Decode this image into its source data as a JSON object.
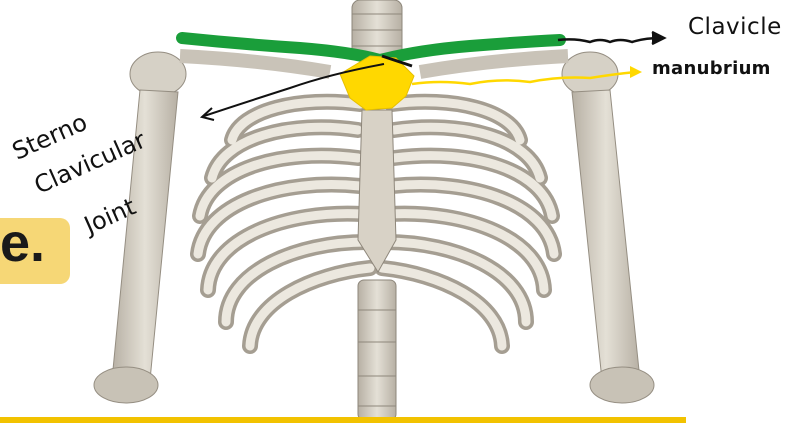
{
  "labels": {
    "clavicle": "Clavicle",
    "manubrium": "manubrium",
    "sterno": "Sterno",
    "clavicular": "Clavicular",
    "joint": "Joint",
    "cut_text": "e."
  },
  "colors": {
    "clavicle_highlight": "#1a9e3a",
    "manubrium_highlight": "#ffd800",
    "bone": "#d9d4c9",
    "bone_shadow": "#9e978b",
    "rule": "#f2c200",
    "tab": "#f6d776"
  }
}
